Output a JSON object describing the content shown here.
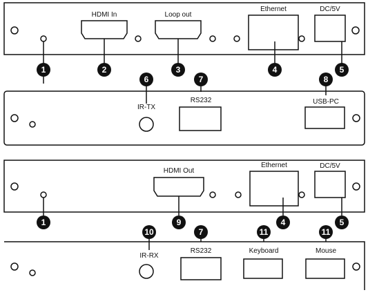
{
  "panels": [
    {
      "ports": [
        {
          "label": "HDMI In"
        },
        {
          "label": "Loop out"
        },
        {
          "label": "Ethernet"
        },
        {
          "label": "DC/5V"
        }
      ],
      "callouts": [
        "1",
        "2",
        "3",
        "4",
        "5"
      ]
    },
    {
      "ports": [
        {
          "label": "IR-TX"
        },
        {
          "label": "RS232"
        },
        {
          "label": "USB-PC"
        }
      ],
      "callouts": [
        "6",
        "7",
        "8"
      ]
    },
    {
      "ports": [
        {
          "label": "HDMI Out"
        },
        {
          "label": "Ethernet"
        },
        {
          "label": "DC/5V"
        }
      ],
      "callouts": [
        "1",
        "9",
        "4",
        "5"
      ]
    },
    {
      "ports": [
        {
          "label": "IR-RX"
        },
        {
          "label": "RS232"
        },
        {
          "label": "Keyboard"
        },
        {
          "label": "Mouse"
        }
      ],
      "callouts": [
        "10",
        "7",
        "11",
        "11"
      ]
    }
  ],
  "colors": {
    "outline": "#111111",
    "background": "#ffffff",
    "callout_fill": "#111111",
    "callout_text": "#ffffff"
  }
}
